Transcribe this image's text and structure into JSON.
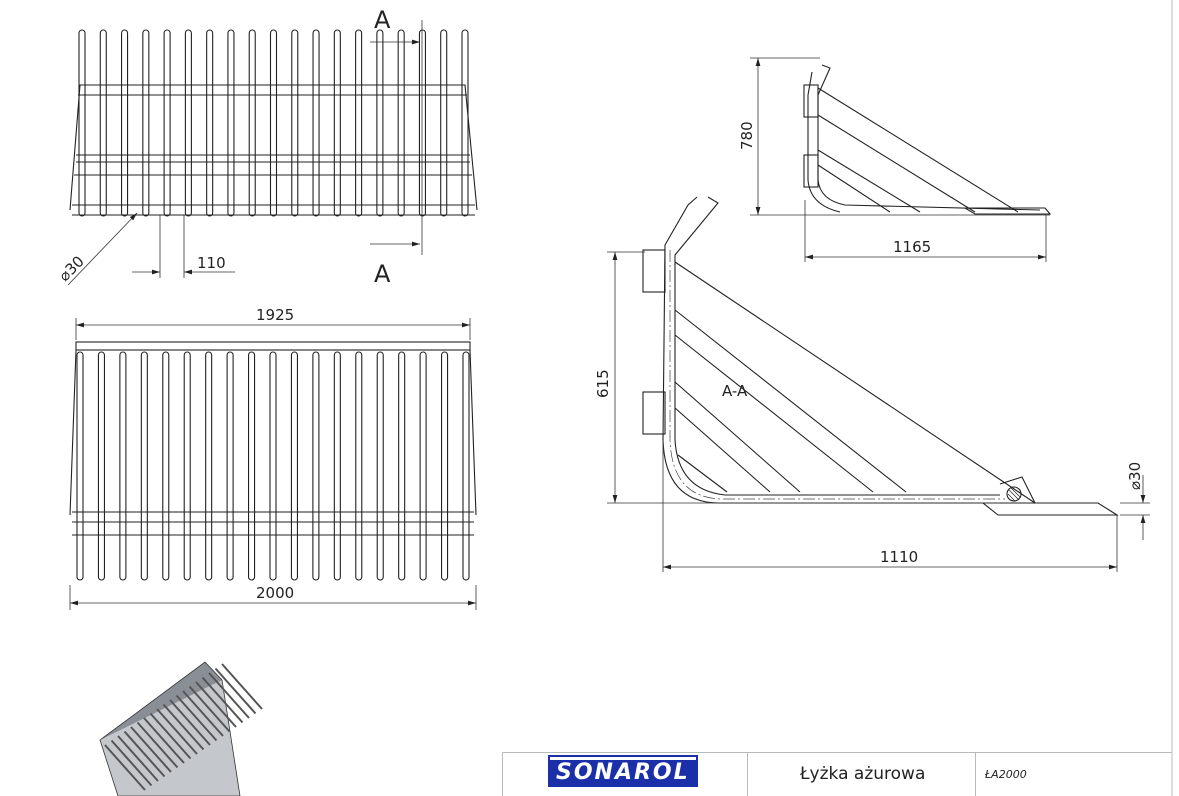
{
  "drawing": {
    "section_marker": "A",
    "top_view": {
      "rod_diameter": "⌀30",
      "tine_spacing": "110",
      "tine_count": 19
    },
    "front_view": {
      "inner_width": "1925",
      "overall_width": "2000"
    },
    "side_view": {
      "height": "780",
      "length": "1165"
    },
    "section_view": {
      "label": "A-A",
      "height": "615",
      "length": "1110",
      "rod_diameter": "⌀30"
    }
  },
  "title_block": {
    "logo": "SONAROL",
    "title": "Łyżka ażurowa",
    "code": "ŁA2000"
  },
  "colors": {
    "line": "#222222",
    "logo_blue": "#1a2fa8"
  }
}
